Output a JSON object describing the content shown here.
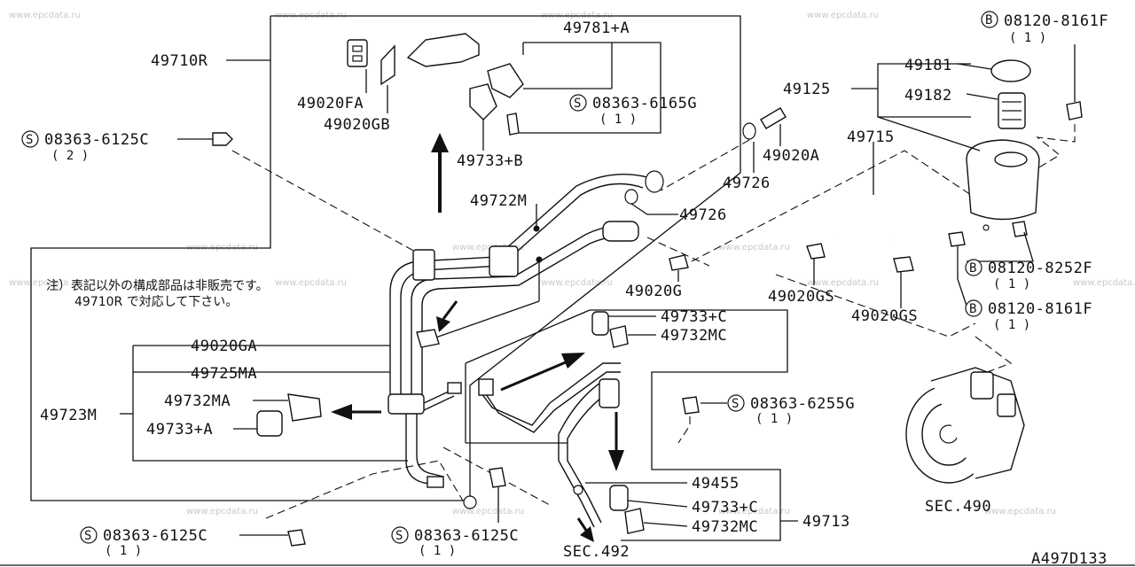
{
  "watermark": "www.epcdata.ru",
  "diagram_code": "A497D133",
  "note": {
    "line1": "注）表記以外の構成部品は非販売です。",
    "line2": "49710R で対応して下さい。"
  },
  "labels": {
    "assy_49710R": "49710R",
    "p49781A": "49781+A",
    "p49020FA": "49020FA",
    "p49020GB": "49020GB",
    "p49733B": "49733+B",
    "s_6165G": "08363-6165G",
    "s_6165G_qty": "( 1 )",
    "s_6125C_top": "08363-6125C",
    "s_6125C_top_qty": "( 2 )",
    "p49722M": "49722M",
    "p49726_a": "49726",
    "p49726_b": "49726",
    "p49020A": "49020A",
    "p49715": "49715",
    "p49125": "49125",
    "p49181": "49181",
    "p49182": "49182",
    "b_8161F_top": "08120-8161F",
    "b_8161F_top_qty": "( 1 )",
    "p49020G": "49020G",
    "p49020GS_a": "49020GS",
    "p49020GS_b": "49020GS",
    "b_8252F": "08120-8252F",
    "b_8252F_qty": "( 1 )",
    "b_8161F_mid": "08120-8161F",
    "b_8161F_mid_qty": "( 1 )",
    "p49020GA": "49020GA",
    "p49725MA": "49725MA",
    "p49723M": "49723M",
    "p49732MA": "49732MA",
    "p49733A": "49733+A",
    "p49733C_top": "49733+C",
    "p49732MC_top": "49732MC",
    "s_6255G": "08363-6255G",
    "s_6255G_qty": "( 1 )",
    "p49455": "49455",
    "p49733C_bot": "49733+C",
    "p49732MC_bot": "49732MC",
    "p49713": "49713",
    "sec490": "SEC.490",
    "sec492": "SEC.492",
    "s_6125C_bl": "08363-6125C",
    "s_6125C_bl_qty": "( 1 )",
    "s_6125C_bm": "08363-6125C",
    "s_6125C_bm_qty": "( 1 )",
    "marker_s": "S",
    "marker_b": "B"
  }
}
